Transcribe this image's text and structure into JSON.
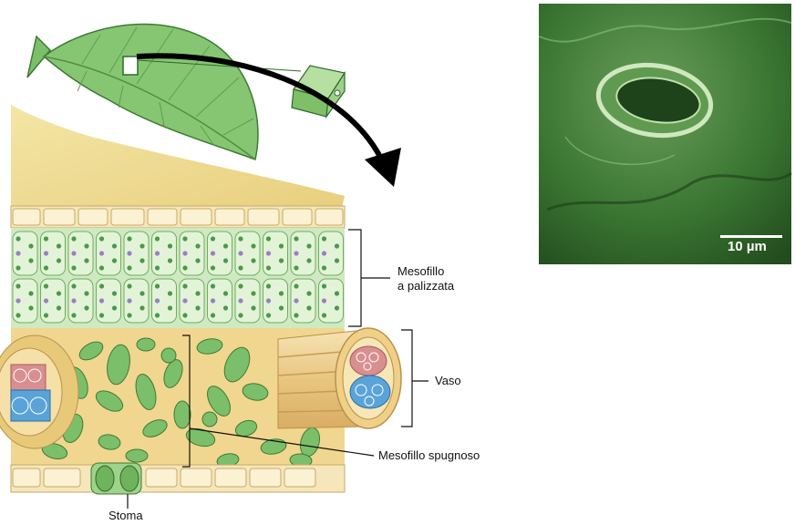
{
  "diagram": {
    "labels": {
      "palisade_line1": "Mesofillo",
      "palisade_line2": "a palizzata",
      "vessel": "Vaso",
      "spongy": "Mesofillo spugnoso",
      "stoma": "Stoma"
    },
    "micrograph": {
      "scale_bar": "10 µm"
    },
    "colors": {
      "leaf": "#7cbf6a",
      "palisade": "#bfe3b0",
      "chloroplast": "#4a9a48",
      "xylem": "#5aa3d8",
      "phloem": "#d98f8f",
      "epidermis": "#f3e4b0",
      "micrograph": "#2f6b2c"
    }
  }
}
